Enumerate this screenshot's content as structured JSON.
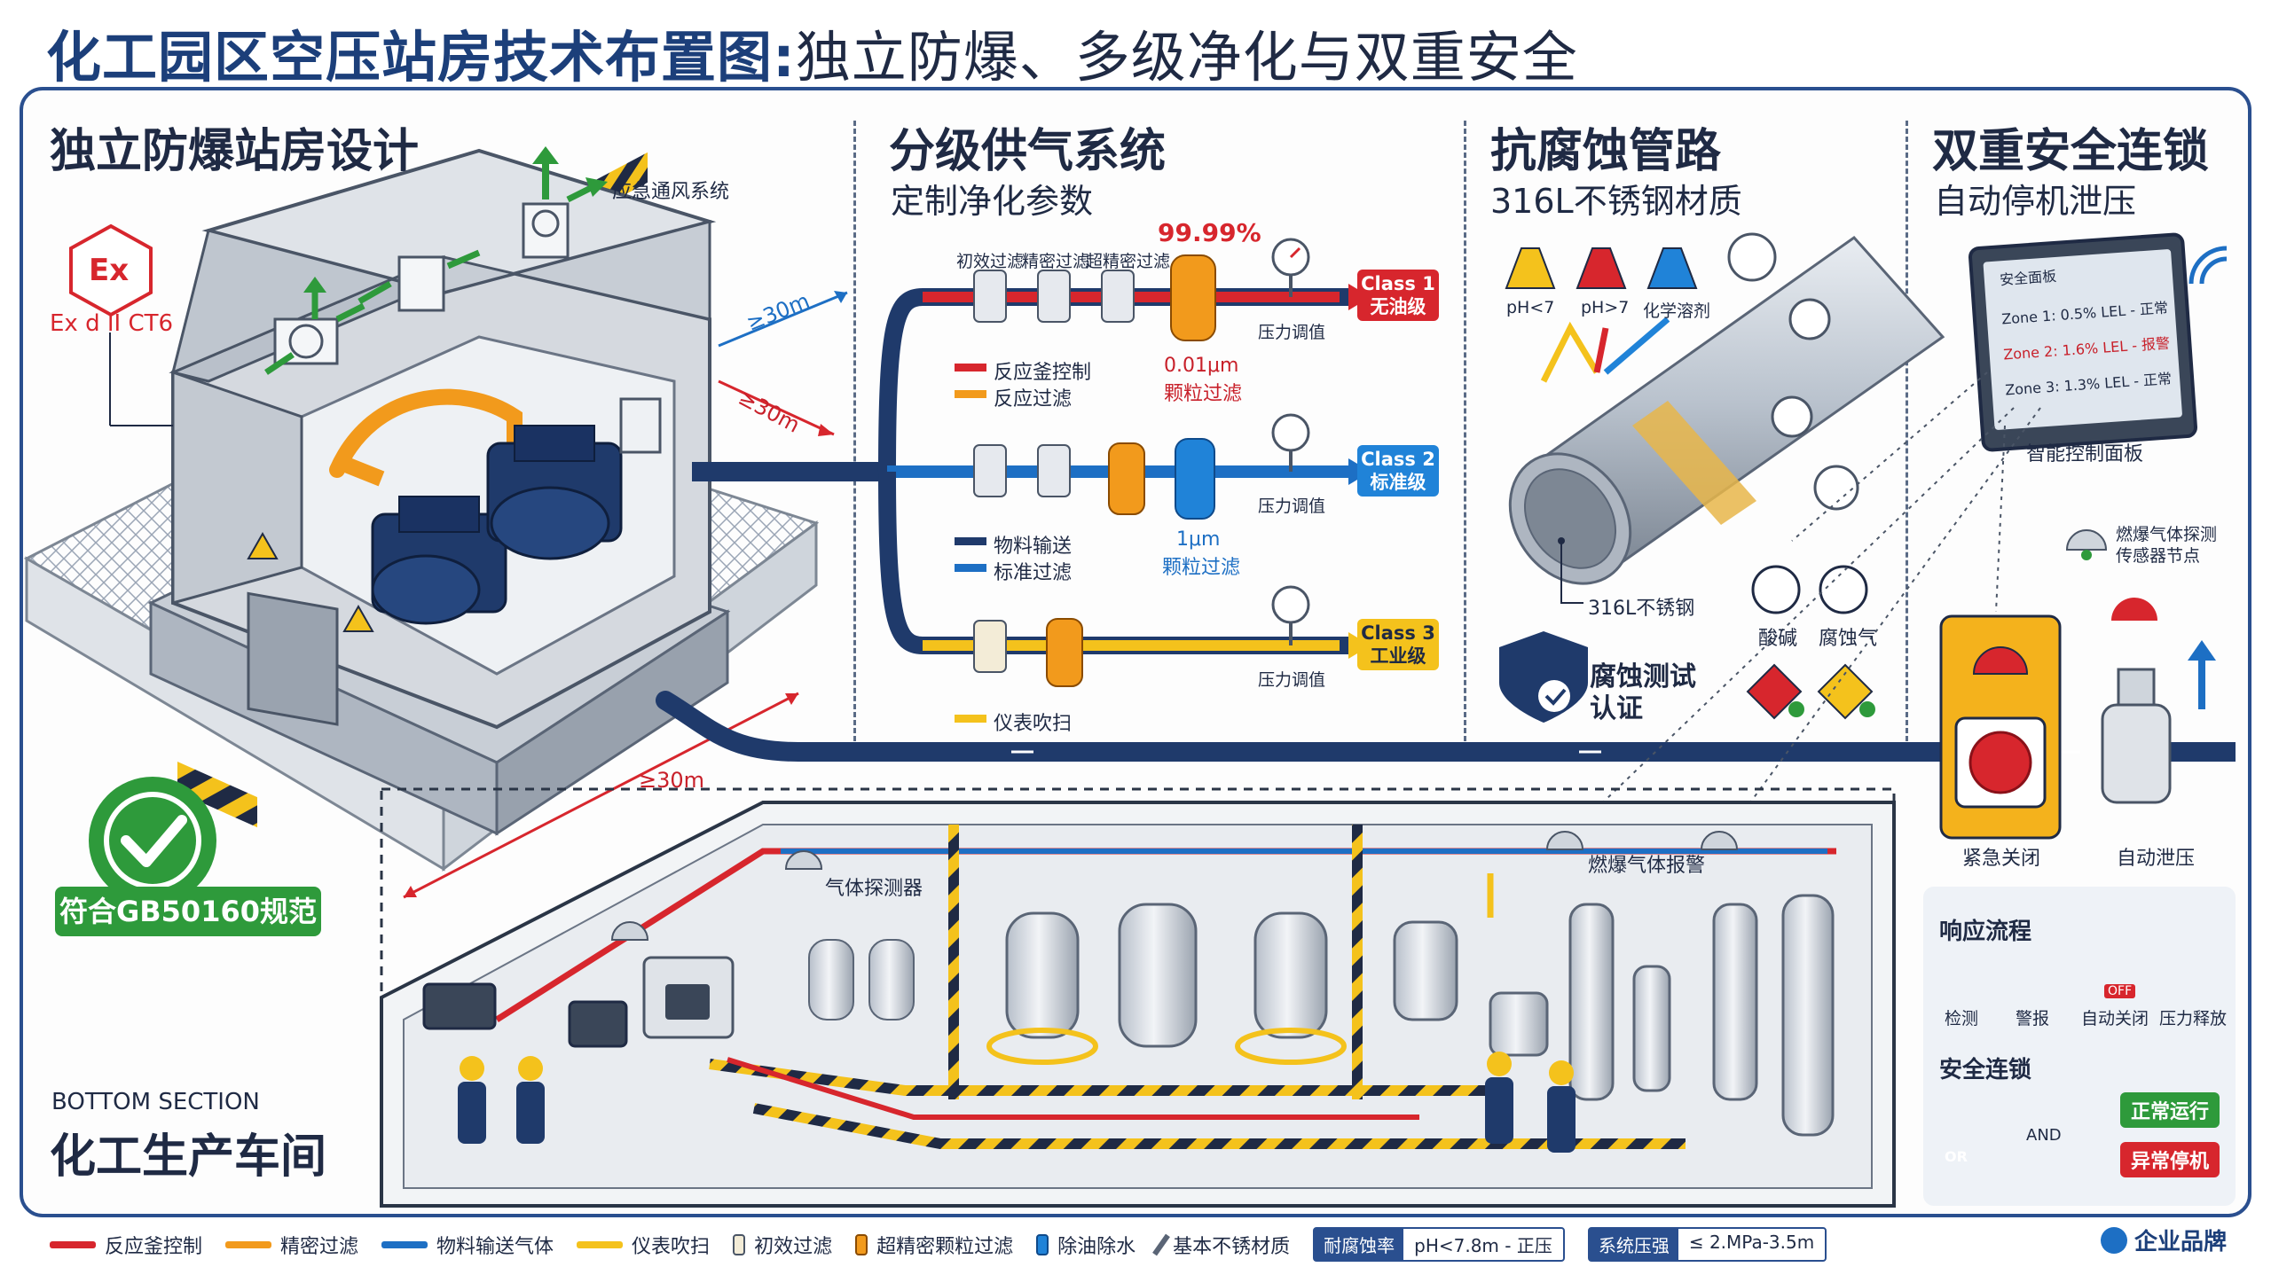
{
  "title": {
    "main": "化工园区空压站房技术布置图:",
    "sub": "独立防爆、多级净化与双重安全"
  },
  "sections": {
    "s1": {
      "title": "独立防爆站房设计"
    },
    "s2": {
      "title": "分级供气系统",
      "subtitle": "定制净化参数"
    },
    "s3": {
      "title": "抗腐蚀管路",
      "subtitle": "316L不锈钢材质"
    },
    "s4": {
      "title": "双重安全连锁",
      "subtitle": "自动停机泄压"
    },
    "bottom": {
      "tag": "BOTTOM SECTION",
      "title": "化工生产车间"
    }
  },
  "station": {
    "vent_label": "应急通风系统",
    "ex_mark": "Ex",
    "ex_rating": "Ex d II CT6",
    "distance_1": "≥30m",
    "distance_2": "≥30m",
    "distance_3": "≥30m",
    "compliance": "符合GB50160规范"
  },
  "supply": {
    "filters_top": [
      "初效过滤",
      "精密过滤",
      "超精密过滤"
    ],
    "efficiency": "99.99%",
    "gauge_label": "压力调值",
    "class1": {
      "line1": "Class 1",
      "line2": "无油级",
      "particle_1": "0.01μm",
      "particle_2": "颗粒过滤",
      "legend": [
        "反应釜控制",
        "反应过滤"
      ]
    },
    "class2": {
      "line1": "Class 2",
      "line2": "标准级",
      "particle_1": "1μm",
      "particle_2": "颗粒过滤",
      "legend": [
        "物料输送",
        "标准过滤"
      ]
    },
    "class3": {
      "line1": "Class 3",
      "line2": "工业级",
      "legend": [
        "仪表吹扫"
      ]
    }
  },
  "corrosion": {
    "flasks": [
      "pH<7",
      "pH>7",
      "化学溶剂"
    ],
    "pipe_label": "316L不锈钢",
    "hazards": [
      "酸碱",
      "腐蚀气"
    ],
    "cert": [
      "腐蚀测试",
      "认证"
    ]
  },
  "safety": {
    "panel_label": "智能控制面板",
    "screen_title": "安全面板",
    "zones": [
      "Zone 1: 0.5% LEL - 正常",
      "Zone 2: 1.6% LEL - 报警",
      "Zone 3: 1.3% LEL - 正常"
    ],
    "sensor_label_1": "燃爆气体探测",
    "sensor_label_2": "传感器节点",
    "estop_label": "紧急关闭",
    "relief_label": "自动泄压",
    "response_title": "响应流程",
    "response_steps": [
      "检测",
      "警报",
      "自动关闭",
      "压力释放"
    ],
    "off_tag": "OFF",
    "interlock_title": "安全连锁",
    "and_label": "AND",
    "or_label": "OR",
    "normal_label": "正常运行",
    "abnormal_label": "异常停机"
  },
  "workshop": {
    "detector_label": "气体探测器",
    "gas_alarm_label": "燃爆气体报警"
  },
  "legend": {
    "items": [
      {
        "label": "反应釜控制",
        "color": "#d7262d"
      },
      {
        "label": "精密过滤",
        "color": "#f29a1c"
      },
      {
        "label": "物料输送气体",
        "color": "#1d6fc4"
      },
      {
        "label": "仪表吹扫",
        "color": "#f4c21c"
      }
    ],
    "icons": [
      "初效过滤",
      "超精密颗粒过滤",
      "除油除水",
      "基本不锈材质"
    ],
    "spec1_key": "耐腐蚀率",
    "spec1_val": "pH<7.8m - 正压",
    "spec2_key": "系统压强",
    "spec2_val": "≤ 2.MPa-3.5m",
    "brand": "企业品牌"
  },
  "colors": {
    "red_line": "#d7262d",
    "orange_line": "#f29a1c",
    "blue_line": "#1d6fc4",
    "yellow_line": "#f4c21c",
    "navy_pipe": "#1f3a6b",
    "green_ok": "#2e9a3b"
  }
}
